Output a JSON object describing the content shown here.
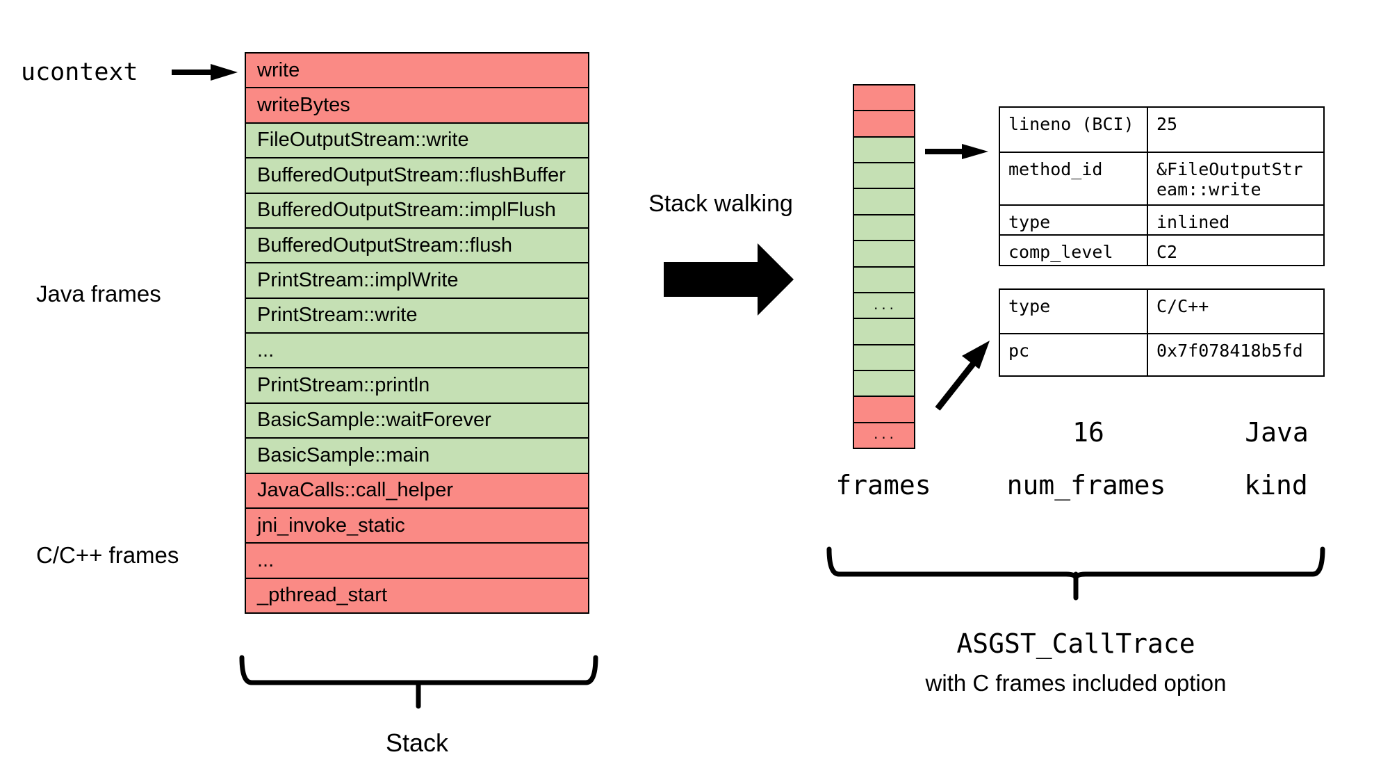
{
  "labels": {
    "ucontext": "ucontext",
    "java_frames": "Java frames",
    "c_frames": "C/C++ frames",
    "stack_walking": "Stack walking",
    "stack_caption": "Stack"
  },
  "stack": {
    "rows": [
      {
        "text": "write",
        "kind": "c"
      },
      {
        "text": "writeBytes",
        "kind": "c"
      },
      {
        "text": "FileOutputStream::write",
        "kind": "java"
      },
      {
        "text": "BufferedOutputStream::flushBuffer",
        "kind": "java"
      },
      {
        "text": "BufferedOutputStream::implFlush",
        "kind": "java"
      },
      {
        "text": "BufferedOutputStream::flush",
        "kind": "java"
      },
      {
        "text": "PrintStream::implWrite",
        "kind": "java"
      },
      {
        "text": "PrintStream::write",
        "kind": "java"
      },
      {
        "text": "...",
        "kind": "java"
      },
      {
        "text": "PrintStream::println",
        "kind": "java"
      },
      {
        "text": "BasicSample::waitForever",
        "kind": "java"
      },
      {
        "text": "BasicSample::main",
        "kind": "java"
      },
      {
        "text": "JavaCalls::call_helper",
        "kind": "c"
      },
      {
        "text": "jni_invoke_static",
        "kind": "c"
      },
      {
        "text": "...",
        "kind": "c"
      },
      {
        "text": "_pthread_start",
        "kind": "c"
      }
    ]
  },
  "frames_column": {
    "cells": [
      {
        "text": "",
        "kind": "c"
      },
      {
        "text": "",
        "kind": "c"
      },
      {
        "text": "",
        "kind": "java"
      },
      {
        "text": "",
        "kind": "java"
      },
      {
        "text": "",
        "kind": "java"
      },
      {
        "text": "",
        "kind": "java"
      },
      {
        "text": "",
        "kind": "java"
      },
      {
        "text": "",
        "kind": "java"
      },
      {
        "text": "...",
        "kind": "java"
      },
      {
        "text": "",
        "kind": "java"
      },
      {
        "text": "",
        "kind": "java"
      },
      {
        "text": "",
        "kind": "java"
      },
      {
        "text": "",
        "kind": "c"
      },
      {
        "text": "...",
        "kind": "c"
      }
    ]
  },
  "tables": {
    "frame_info": {
      "rows": [
        [
          "lineno (BCI)",
          "25"
        ],
        [
          "method_id",
          "&FileOutputStr\neam::write"
        ],
        [
          "type",
          "inlined"
        ],
        [
          "comp_level",
          "C2"
        ]
      ]
    },
    "c_frame_info": {
      "rows": [
        [
          "type",
          "C/C++"
        ],
        [
          "pc",
          "0x7f078418b5fd"
        ]
      ]
    }
  },
  "calltrace": {
    "frames_label": "frames",
    "num_frames_label": "num_frames",
    "num_frames_value": "16",
    "kind_label": "kind",
    "kind_value": "Java",
    "title": "ASGST_CallTrace",
    "subtitle": "with C frames included option"
  },
  "colors": {
    "c_frame": "#FA8A85",
    "java_frame": "#C5E0B4",
    "stroke": "#000000"
  }
}
